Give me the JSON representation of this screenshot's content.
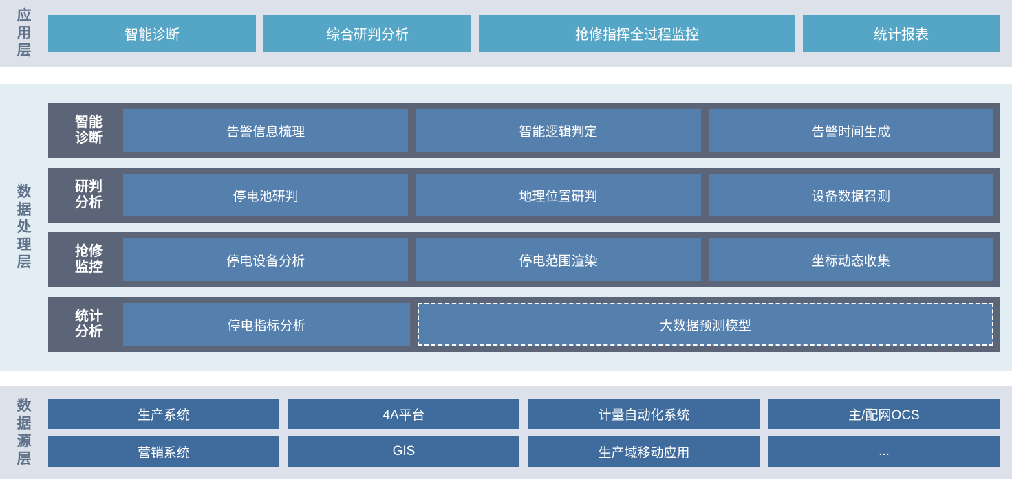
{
  "layers": [
    {
      "id": "application",
      "label_chars": [
        "应",
        "用",
        "层"
      ],
      "boxes": [
        {
          "label": "智能诊断"
        },
        {
          "label": "综合研判分析"
        },
        {
          "label": "抢修指挥全过程监控"
        },
        {
          "label": "统计报表"
        }
      ]
    },
    {
      "id": "data-processing",
      "label_chars": [
        "数",
        "据",
        "处",
        "理",
        "层"
      ],
      "rows": [
        {
          "row_label_chars": [
            "智能",
            "诊断"
          ],
          "boxes": [
            {
              "label": "告警信息梳理",
              "style": "solid",
              "span": 1
            },
            {
              "label": "智能逻辑判定",
              "style": "solid",
              "span": 1
            },
            {
              "label": "告警时间生成",
              "style": "solid",
              "span": 1
            }
          ]
        },
        {
          "row_label_chars": [
            "研判",
            "分析"
          ],
          "boxes": [
            {
              "label": "停电池研判",
              "style": "solid",
              "span": 1
            },
            {
              "label": "地理位置研判",
              "style": "solid",
              "span": 1
            },
            {
              "label": "设备数据召测",
              "style": "solid",
              "span": 1
            }
          ]
        },
        {
          "row_label_chars": [
            "抢修",
            "监控"
          ],
          "boxes": [
            {
              "label": "停电设备分析",
              "style": "solid",
              "span": 1
            },
            {
              "label": "停电范围渲染",
              "style": "solid",
              "span": 1
            },
            {
              "label": "坐标动态收集",
              "style": "solid",
              "span": 1
            }
          ]
        },
        {
          "row_label_chars": [
            "统计",
            "分析"
          ],
          "boxes": [
            {
              "label": "停电指标分析",
              "style": "solid",
              "span": 1
            },
            {
              "label": "大数据预测模型",
              "style": "dashed",
              "span": 2
            }
          ]
        }
      ]
    },
    {
      "id": "data-source",
      "label_chars": [
        "数",
        "据",
        "源",
        "层"
      ],
      "rows": [
        [
          {
            "label": "生产系统"
          },
          {
            "label": "4A平台"
          },
          {
            "label": "计量自动化系统"
          },
          {
            "label": "主/配网OCS"
          }
        ],
        [
          {
            "label": "营销系统"
          },
          {
            "label": "GIS"
          },
          {
            "label": "生产域移动应用"
          },
          {
            "label": "..."
          }
        ]
      ]
    }
  ],
  "colors": {
    "band_app_bg": "#dde2ea",
    "band_proc_bg": "#e2eef4",
    "band_src_bg": "#dde2ea",
    "app_box": "#55a5c6",
    "proc_row": "#5c6577",
    "proc_box": "#5580ad",
    "src_box": "#3f6c9d",
    "label_text": "#60728a",
    "box_text": "#ffffff"
  }
}
